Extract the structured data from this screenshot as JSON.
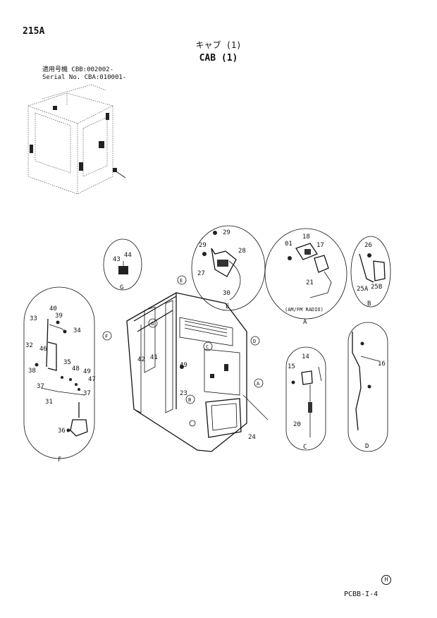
{
  "page_code": "215A",
  "title_jp": "キャブ (1)",
  "title_en": "CAB (1)",
  "serial": {
    "line1": "適用号機 CBB:002002-",
    "line2": "Serial No. CBA:010001-"
  },
  "callouts": {
    "A": "A",
    "B": "B",
    "C": "C",
    "D": "D",
    "E": "E",
    "F": "F",
    "G": "G"
  },
  "detail_labels": {
    "A": "A",
    "B": "B",
    "C": "C",
    "D": "D",
    "E": "E",
    "F": "F",
    "G": "G",
    "radio_note": "(AM/FM RADIO)"
  },
  "part_numbers": {
    "p01": "01",
    "p14": "14",
    "p15": "15",
    "p16": "16",
    "p17": "17",
    "p18": "18",
    "p20": "20",
    "p21": "21",
    "p23": "23",
    "p24": "24",
    "p25a": "25A",
    "p25b": "25B",
    "p26": "26",
    "p27": "27",
    "p28": "28",
    "p29a": "29",
    "p29b": "29",
    "p30": "30",
    "p31": "31",
    "p32": "32",
    "p33": "33",
    "p34": "34",
    "p35": "35",
    "p36": "36",
    "p37a": "37",
    "p37b": "37",
    "p38": "38",
    "p39": "39",
    "p40": "40",
    "p41": "41",
    "p42": "42",
    "p43": "43",
    "p44": "44",
    "p46": "46",
    "p47": "47",
    "p48": "48",
    "p49a": "49",
    "p49b": "49"
  },
  "footer_code": "PCBB-I-4",
  "copyright_mark": "H"
}
